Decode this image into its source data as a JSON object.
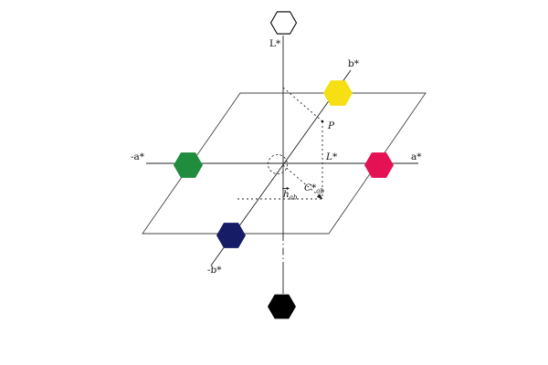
{
  "diagram": {
    "description": "CIELAB color space axes diagram with hexagonal color nodes",
    "labels": {
      "l_axis": "L*",
      "b_pos": "b*",
      "b_neg": "-b*",
      "a_pos": "a*",
      "a_neg": "-a*",
      "point": "P",
      "lightness": "L*",
      "chroma_base": "C*",
      "chroma_sub": "ab",
      "hue_base": "h",
      "hue_sub": "ab"
    },
    "colors": {
      "line": "#222222",
      "plane": "#444444",
      "white_node": "#ffffff",
      "white_node_border": "#000000",
      "yellow_node": "#f6df12",
      "green_node": "#1f8c3e",
      "red_node": "#e41155",
      "navy_node": "#171c67",
      "black_node": "#000000"
    }
  }
}
